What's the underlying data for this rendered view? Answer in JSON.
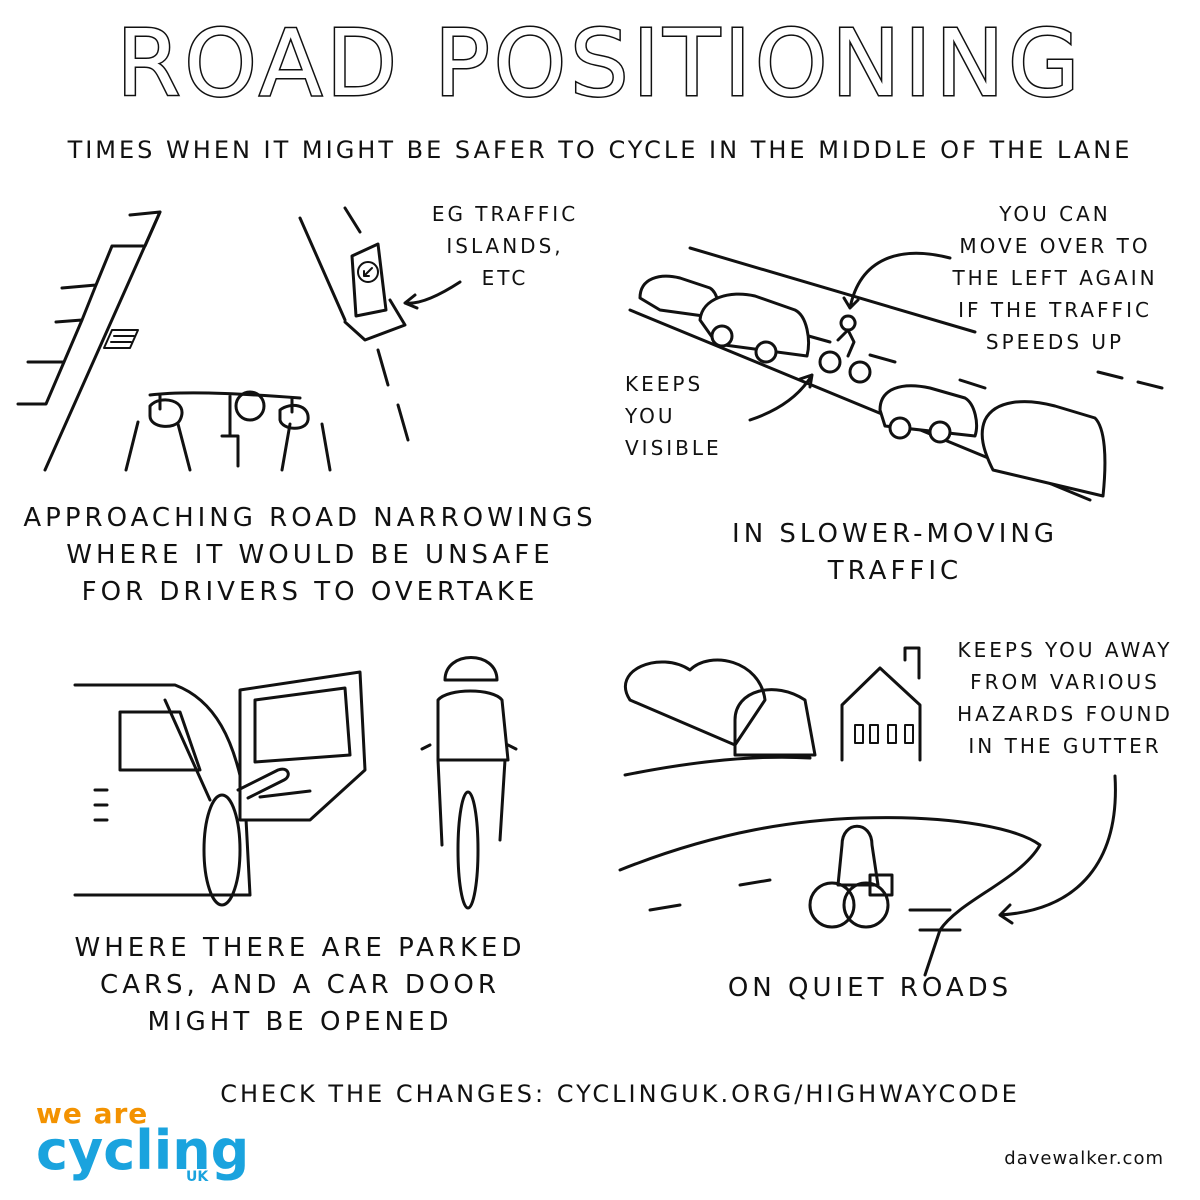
{
  "title": "ROAD POSITIONING",
  "subtitle": "TIMES WHEN IT MIGHT BE SAFER TO CYCLE IN THE MIDDLE OF THE LANE",
  "panels": {
    "narrowings": {
      "note": "EG TRAFFIC\nISLANDS,\nETC",
      "caption": "APPROACHING ROAD NARROWINGS\nWHERE IT WOULD BE UNSAFE\nFOR DRIVERS TO OVERTAKE"
    },
    "slow_traffic": {
      "note_move": "YOU CAN\nMOVE OVER TO\nTHE LEFT AGAIN\nIF THE TRAFFIC\nSPEEDS UP",
      "note_visible": "KEEPS\nYOU\nVISIBLE",
      "caption": "IN SLOWER-MOVING\nTRAFFIC"
    },
    "parked_cars": {
      "caption": "WHERE THERE ARE PARKED\nCARS, AND A CAR DOOR\nMIGHT BE OPENED"
    },
    "quiet_roads": {
      "note": "KEEPS YOU AWAY\nFROM VARIOUS\nHAZARDS FOUND\nIN THE GUTTER",
      "caption": "ON QUIET ROADS"
    }
  },
  "footer": "CHECK THE CHANGES:  CYCLINGUK.ORG/HIGHWAYCODE",
  "logo": {
    "line1": "we are",
    "line2": "cycling",
    "line3": "UK"
  },
  "credit": "davewalker.com",
  "colors": {
    "ink": "#111111",
    "logo_orange": "#f39200",
    "logo_blue": "#1aa3de"
  },
  "icons": [
    "handlebar-illustration",
    "traffic-island-illustration",
    "cyclist-in-traffic-illustration",
    "car-door-illustration",
    "cyclist-rear-illustration",
    "quiet-road-illustration",
    "arrow-icon"
  ]
}
